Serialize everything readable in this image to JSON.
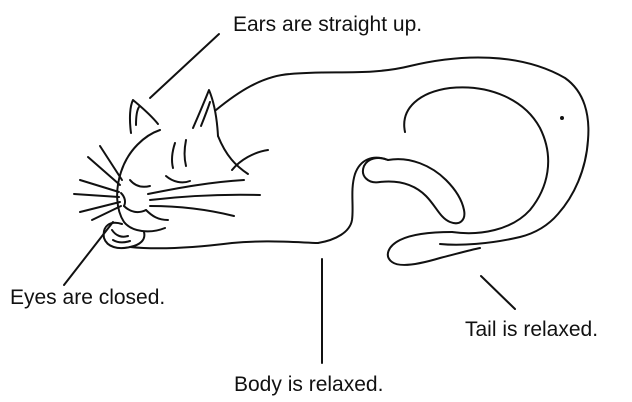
{
  "labels": {
    "ears": "Ears are straight up.",
    "eyes": "Eyes are closed.",
    "tail": "Tail is relaxed.",
    "body": "Body is relaxed."
  },
  "colors": {
    "ink": "#111111",
    "background": "#ffffff"
  }
}
